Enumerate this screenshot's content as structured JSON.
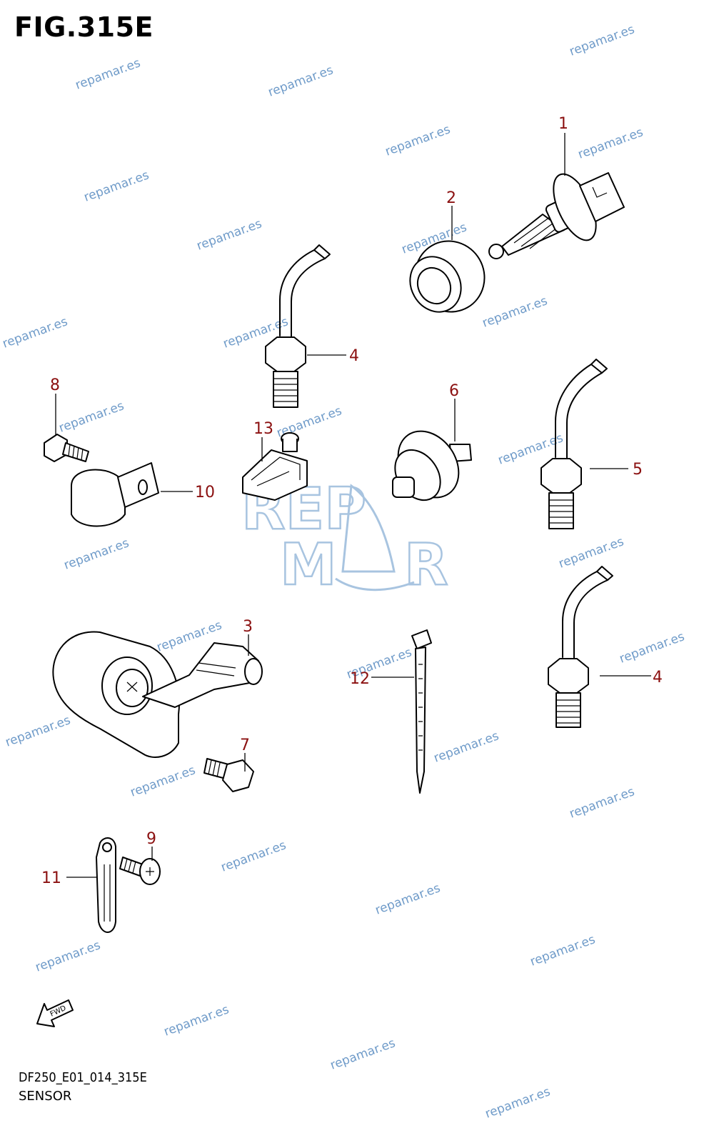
{
  "figure_title": "FIG.315E",
  "footer": {
    "code": "DF250_E01_014_315E",
    "name": "SENSOR"
  },
  "watermark_text": "repamar.es",
  "logo": {
    "line1": "REP",
    "line2": "M",
    "line3": "R"
  },
  "fwd_label": "FWD",
  "callouts": [
    {
      "id": "c1",
      "label": "1"
    },
    {
      "id": "c2",
      "label": "2"
    },
    {
      "id": "c3",
      "label": "3"
    },
    {
      "id": "c4a",
      "label": "4"
    },
    {
      "id": "c4b",
      "label": "4"
    },
    {
      "id": "c5",
      "label": "5"
    },
    {
      "id": "c6",
      "label": "6"
    },
    {
      "id": "c7",
      "label": "7"
    },
    {
      "id": "c8",
      "label": "8"
    },
    {
      "id": "c9",
      "label": "9"
    },
    {
      "id": "c10",
      "label": "10"
    },
    {
      "id": "c11",
      "label": "11"
    },
    {
      "id": "c12",
      "label": "12"
    },
    {
      "id": "c13",
      "label": "13"
    }
  ],
  "colors": {
    "callout": "#8b1010",
    "watermark": "#6f9bc9",
    "logo": "#a8c4e0"
  }
}
